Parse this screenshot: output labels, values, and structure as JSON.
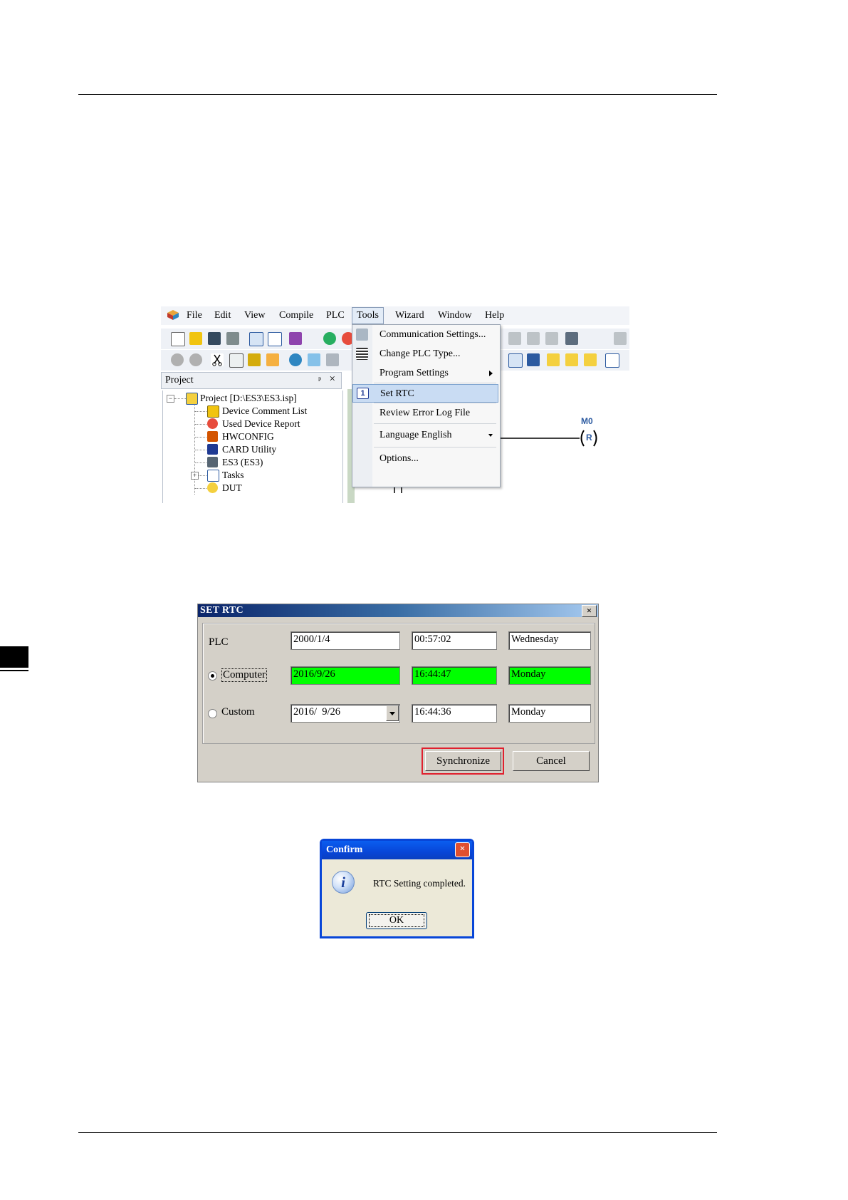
{
  "ide": {
    "menu_bar": [
      "File",
      "Edit",
      "View",
      "Compile",
      "PLC",
      "Tools",
      "Wizard",
      "Window",
      "Help"
    ],
    "project_pane": {
      "title": "Project",
      "pin": "ᵖ",
      "close": "×",
      "tree": [
        "Project [D:\\ES3\\ES3.isp]",
        "Device Comment List",
        "Used Device Report",
        "HWCONFIG",
        "CARD Utility",
        "ES3  (ES3)",
        "Tasks",
        "DUT"
      ]
    },
    "tools_menu": {
      "items": [
        "Communication Settings...",
        "Change PLC Type...",
        "Program Settings",
        "Set RTC",
        "Review Error Log File",
        "Language   English",
        "Options..."
      ],
      "selected": "Set RTC"
    },
    "ladder": {
      "coil_label": "M0",
      "coil_symbol": "R"
    }
  },
  "set_rtc": {
    "title": "SET RTC",
    "close": "×",
    "rows": [
      {
        "label": "PLC",
        "date": "2000/1/4",
        "time": "00:57:02",
        "day": "Wednesday"
      },
      {
        "label": "Computer",
        "date": "2016/9/26",
        "time": "16:44:47",
        "day": "Monday"
      },
      {
        "label": "Custom",
        "date": "2016/  9/26",
        "time": "16:44:36",
        "day": "Monday"
      }
    ],
    "selected_source": "Computer",
    "highlight_color": "#00ff00",
    "synchronize_label": "Synchronize",
    "cancel_label": "Cancel"
  },
  "confirm": {
    "title": "Confirm",
    "close": "×",
    "message": "RTC Setting completed.",
    "ok_label": "OK",
    "icon": "info-icon"
  }
}
